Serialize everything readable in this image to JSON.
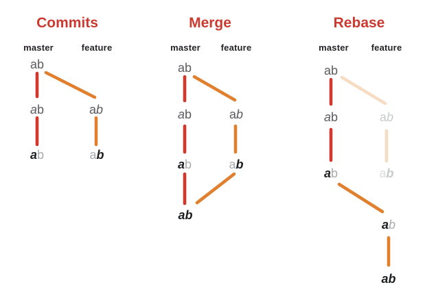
{
  "colors": {
    "title_red": "#cb3a30",
    "branch_red": "#d2392c",
    "branch_orange": "#e0802e",
    "branch_orange_faded": "#f5dcc3",
    "letter_dark": "#5a5b5e",
    "letter_black": "#1d1e20",
    "letter_light": "#a8aaad",
    "letter_faded": "#c9cacc",
    "letter_faded_lighter": "#dadbdc"
  },
  "panels": [
    {
      "title": "Commits",
      "branches": {
        "master": "master",
        "feature": "feature"
      },
      "nodes": {
        "m1": {
          "a": {
            "ch": "a",
            "cls": "r mid"
          },
          "b": {
            "ch": "b",
            "cls": "r mid"
          }
        },
        "m2": {
          "a": {
            "ch": "a",
            "cls": "i mid"
          },
          "b": {
            "ch": "b",
            "cls": "r mid"
          }
        },
        "m3": {
          "a": {
            "ch": "a",
            "cls": "bi black"
          },
          "b": {
            "ch": "b",
            "cls": "r light"
          }
        },
        "f2": {
          "a": {
            "ch": "a",
            "cls": "r mid"
          },
          "b": {
            "ch": "b",
            "cls": "i mid"
          }
        },
        "f3": {
          "a": {
            "ch": "a",
            "cls": "r light"
          },
          "b": {
            "ch": "b",
            "cls": "bi black"
          }
        }
      }
    },
    {
      "title": "Merge",
      "branches": {
        "master": "master",
        "feature": "feature"
      },
      "nodes": {
        "m1": {
          "a": {
            "ch": "a",
            "cls": "r mid"
          },
          "b": {
            "ch": "b",
            "cls": "r mid"
          }
        },
        "m2": {
          "a": {
            "ch": "a",
            "cls": "i mid"
          },
          "b": {
            "ch": "b",
            "cls": "r mid"
          }
        },
        "m3": {
          "a": {
            "ch": "a",
            "cls": "bi black"
          },
          "b": {
            "ch": "b",
            "cls": "r light"
          }
        },
        "m4": {
          "a": {
            "ch": "a",
            "cls": "bi black"
          },
          "b": {
            "ch": "b",
            "cls": "bi black"
          }
        },
        "f2": {
          "a": {
            "ch": "a",
            "cls": "r mid"
          },
          "b": {
            "ch": "b",
            "cls": "i mid"
          }
        },
        "f3": {
          "a": {
            "ch": "a",
            "cls": "r light"
          },
          "b": {
            "ch": "b",
            "cls": "bi black"
          }
        }
      }
    },
    {
      "title": "Rebase",
      "branches": {
        "master": "master",
        "feature": "feature"
      },
      "nodes": {
        "m1": {
          "a": {
            "ch": "a",
            "cls": "r mid"
          },
          "b": {
            "ch": "b",
            "cls": "r mid"
          }
        },
        "m2": {
          "a": {
            "ch": "a",
            "cls": "i mid"
          },
          "b": {
            "ch": "b",
            "cls": "r mid"
          }
        },
        "m3": {
          "a": {
            "ch": "a",
            "cls": "bi black"
          },
          "b": {
            "ch": "b",
            "cls": "r light"
          }
        },
        "f2": {
          "a": {
            "ch": "a",
            "cls": "r faded"
          },
          "b": {
            "ch": "b",
            "cls": "i faded"
          }
        },
        "f3": {
          "a": {
            "ch": "a",
            "cls": "r faded2"
          },
          "b": {
            "ch": "b",
            "cls": "bi faded"
          }
        },
        "f4": {
          "a": {
            "ch": "a",
            "cls": "bi black"
          },
          "b": {
            "ch": "b",
            "cls": "i light"
          }
        },
        "f5": {
          "a": {
            "ch": "a",
            "cls": "bi black"
          },
          "b": {
            "ch": "b",
            "cls": "bi black"
          }
        }
      }
    }
  ]
}
